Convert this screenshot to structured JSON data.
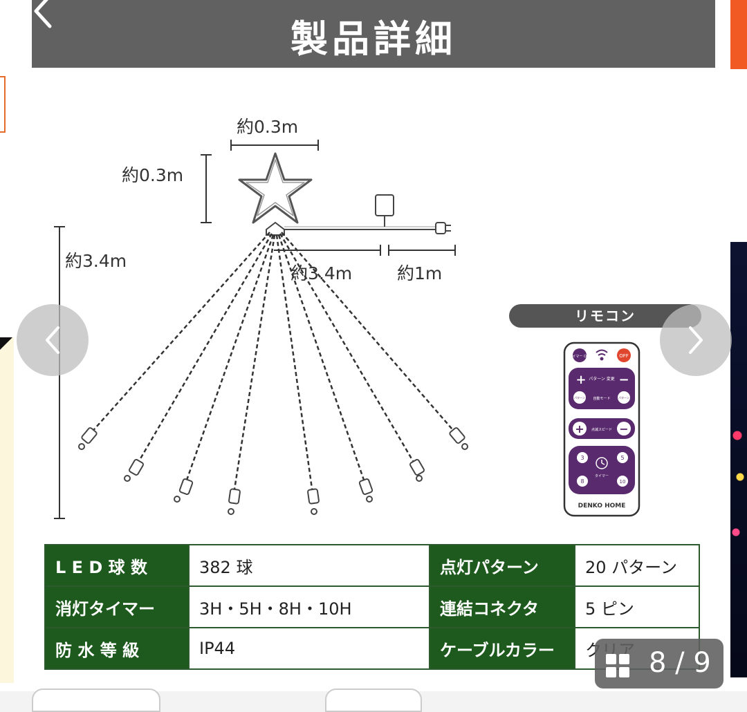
{
  "header": {
    "title": "製品詳細"
  },
  "dimensions": {
    "star_width": "約0.3m",
    "star_height": "約0.3m",
    "total_height": "約3.4m",
    "string_length": "約3.4m",
    "lead_length": "約1m"
  },
  "remote": {
    "label": "リモコン",
    "timer_off": "タイマー OFF",
    "off": "OFF",
    "pattern_change": "パターン 変更",
    "pattern_left": "パターン",
    "auto_mode": "自動モード",
    "pattern_right": "パターン",
    "blink_speed": "点滅スピード",
    "timer_3": "3",
    "timer_5": "5",
    "timer_8": "8",
    "timer_10": "10",
    "timer_label": "タイマー",
    "brand": "DENKO HOME"
  },
  "specs": [
    {
      "key": "L E D 球 数",
      "value": "382 球",
      "key2": "点灯パターン",
      "value2": "20 パターン"
    },
    {
      "key": "消灯タイマー",
      "value": "3H・5H・8H・10H",
      "key2": "連結コネクタ",
      "value2": "5 ピン"
    },
    {
      "key": "防 水 等 級",
      "value": "IP44",
      "key2": "ケーブルカラー",
      "value2": "クリア"
    }
  ],
  "gallery": {
    "counter": "8 / 9"
  },
  "icons": [
    "back-icon",
    "prev-arrow-icon",
    "next-arrow-icon",
    "gallery-grid-icon",
    "wifi-icon"
  ]
}
